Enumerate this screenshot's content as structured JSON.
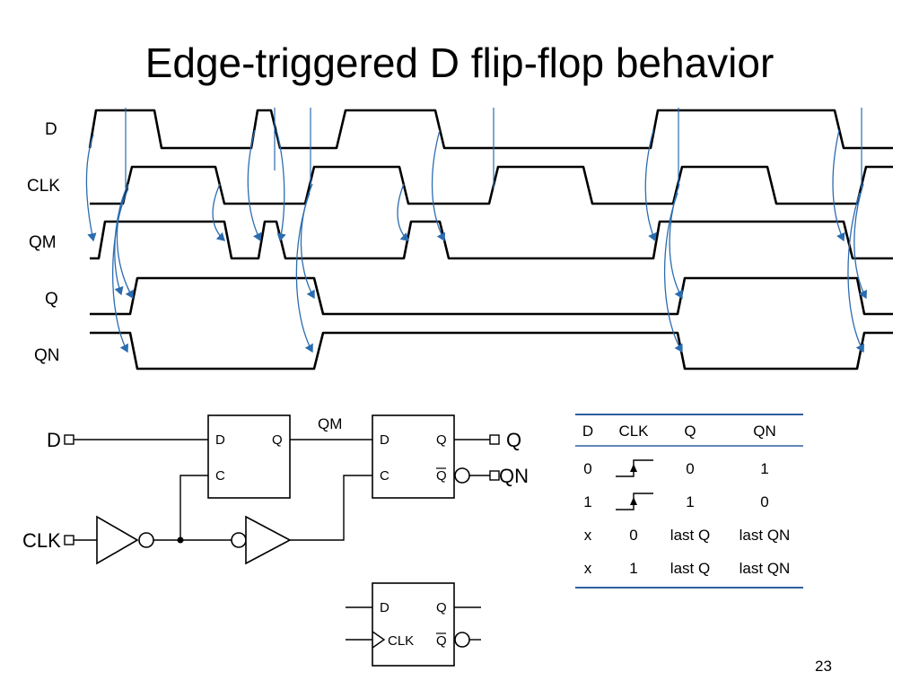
{
  "slide": {
    "title": "Edge-triggered D flip-flop behavior",
    "page_number": "23"
  },
  "timing_diagram": {
    "signals": [
      "D",
      "CLK",
      "QM",
      "Q",
      "QN"
    ]
  },
  "circuit": {
    "inputs": [
      "D",
      "CLK"
    ],
    "outputs": [
      "Q",
      "QN"
    ],
    "internal_wire": "QM",
    "latch_pins": {
      "d": "D",
      "c": "C",
      "q": "Q"
    },
    "symbol_pins": {
      "d": "D",
      "clk": "CLK",
      "q": "Q"
    }
  },
  "truth_table": {
    "headers": [
      "D",
      "CLK",
      "Q",
      "QN"
    ],
    "rows": [
      {
        "d": "0",
        "clk": "rising-edge",
        "q": "0",
        "qn": "1"
      },
      {
        "d": "1",
        "clk": "rising-edge",
        "q": "1",
        "qn": "0"
      },
      {
        "d": "x",
        "clk": "0",
        "q": "last Q",
        "qn": "last QN"
      },
      {
        "d": "x",
        "clk": "1",
        "q": "last Q",
        "qn": "last QN"
      }
    ]
  },
  "colors": {
    "arrow": "#2b6cb0",
    "rule": "#2f5f9f",
    "ink": "#000000"
  }
}
